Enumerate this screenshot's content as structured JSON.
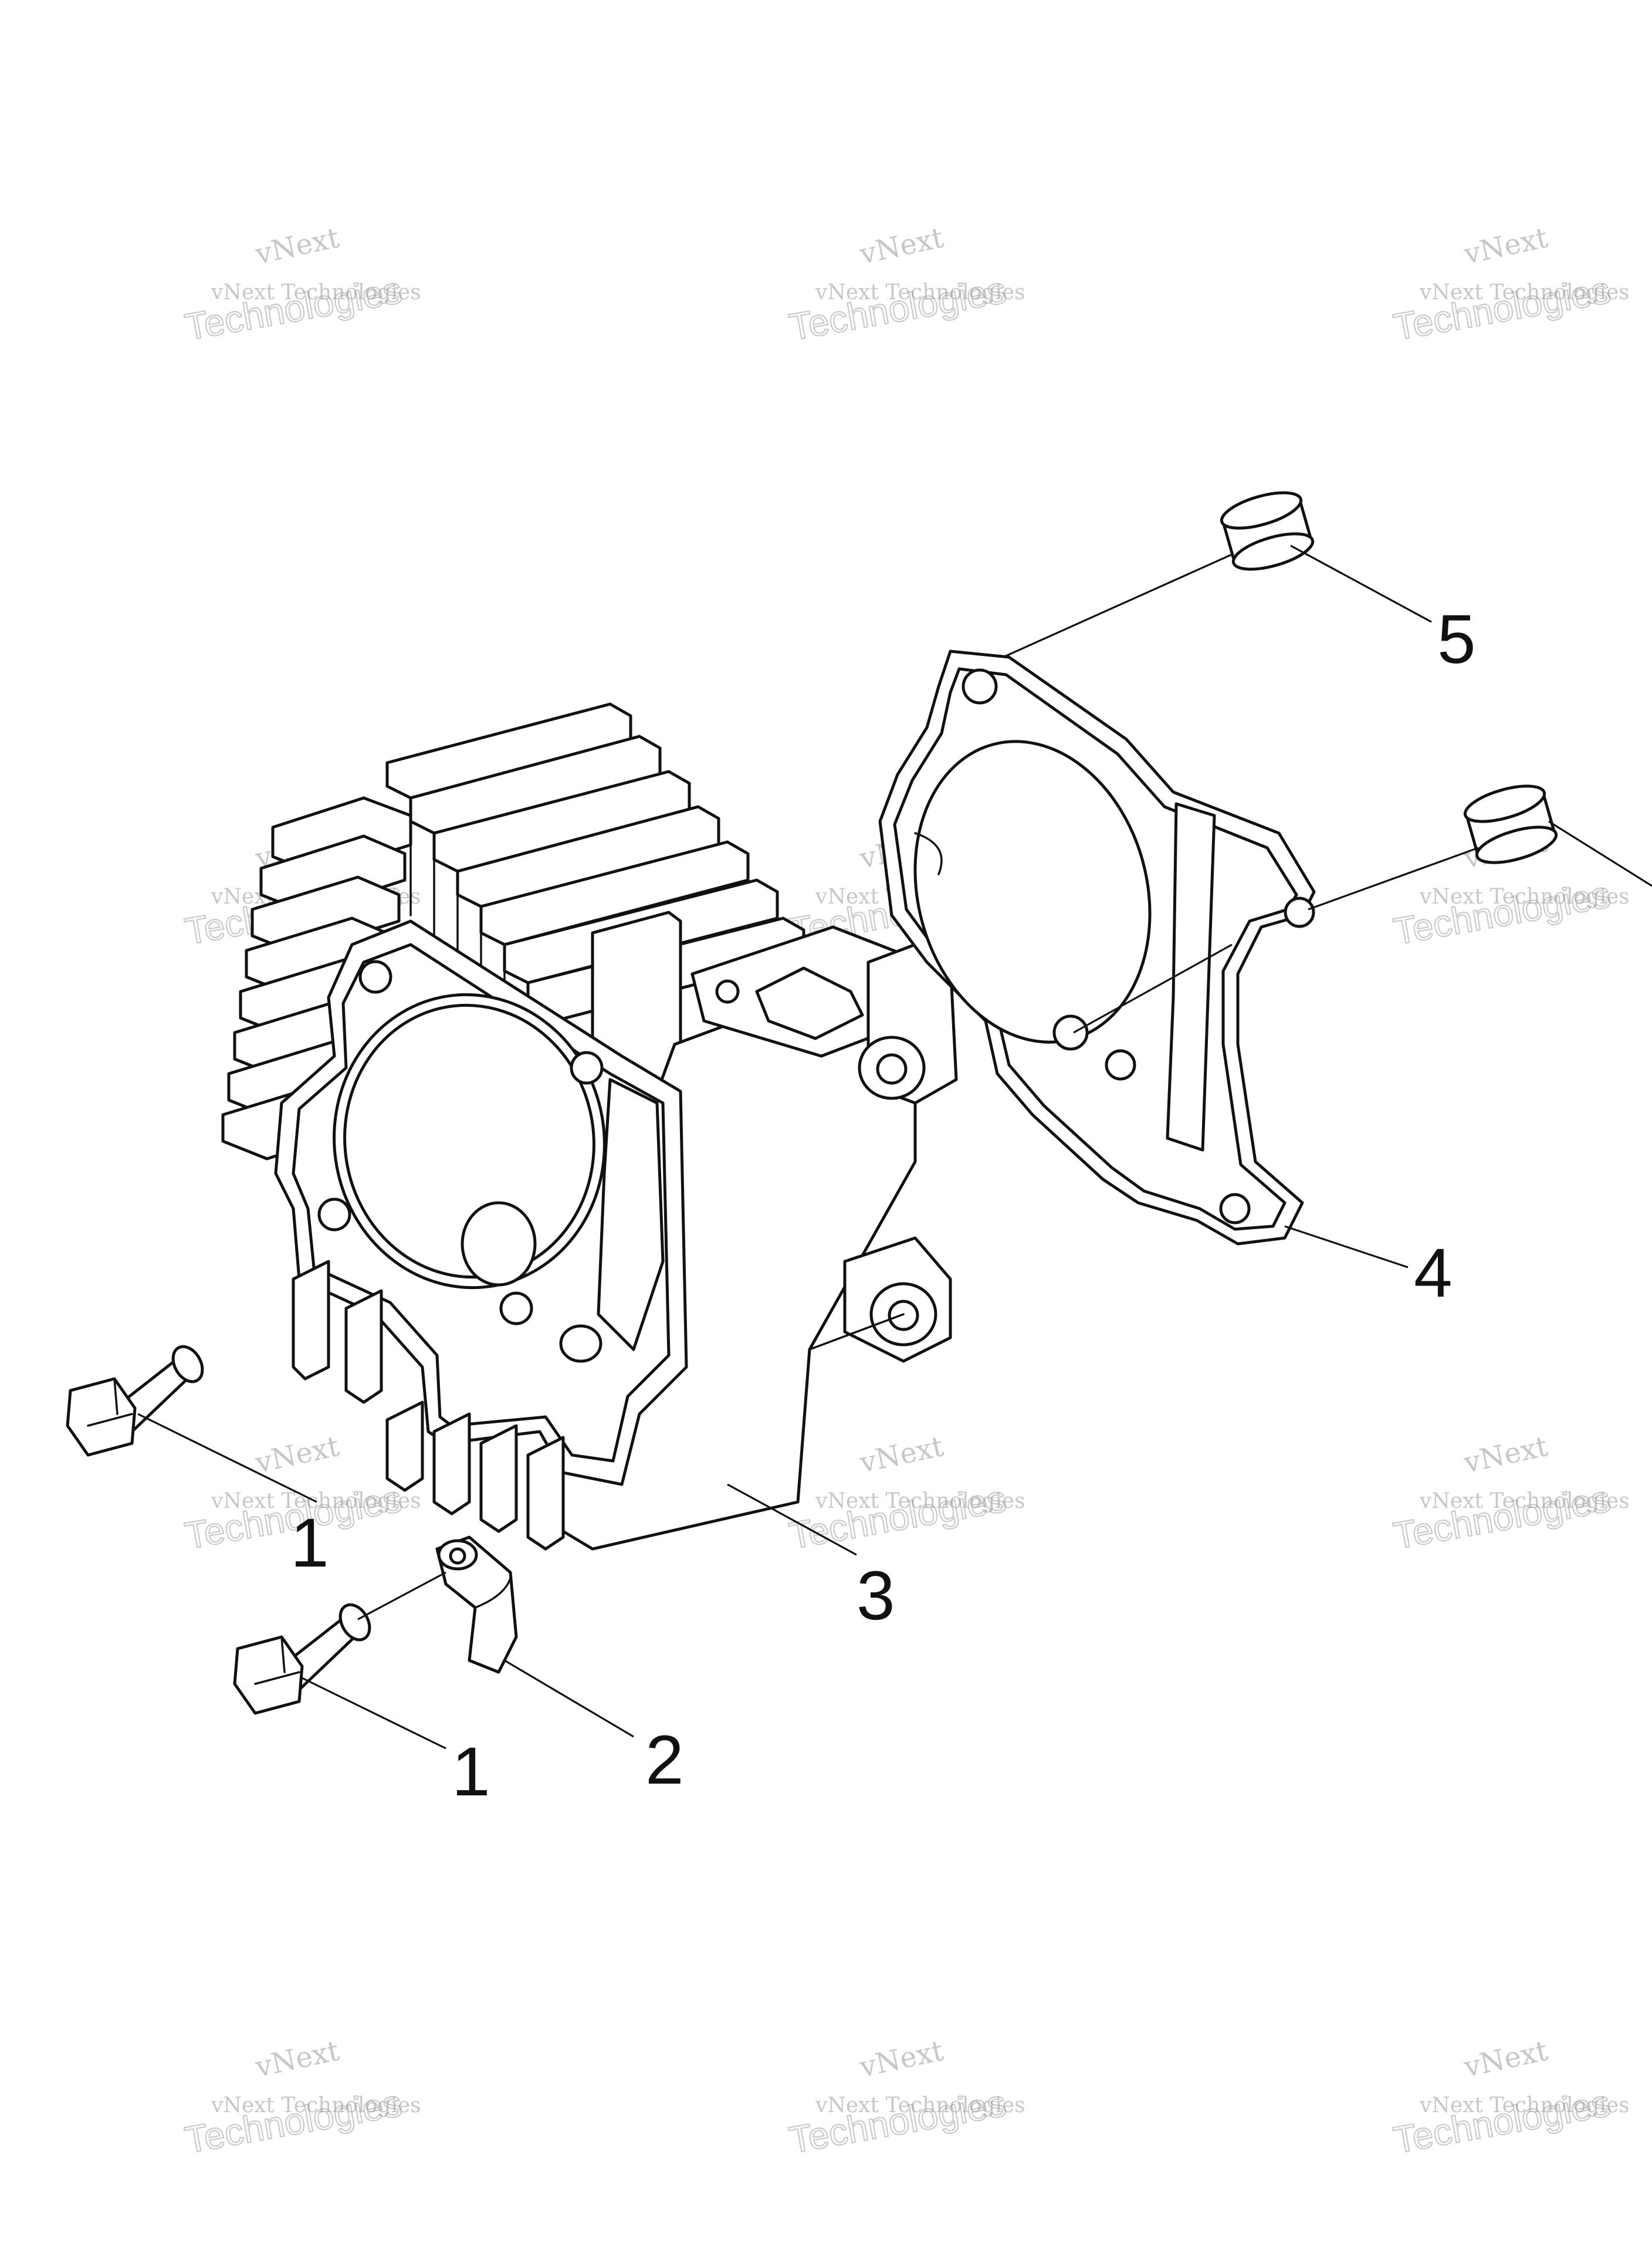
{
  "watermark": {
    "line1": "vNext",
    "line2": "vNext Technologies",
    "line3": "Technologies"
  },
  "callouts": {
    "bolt_upper": "1",
    "bolt_lower": "1",
    "clamp": "2",
    "cylinder": "3",
    "gasket": "4",
    "dowel": "5"
  }
}
